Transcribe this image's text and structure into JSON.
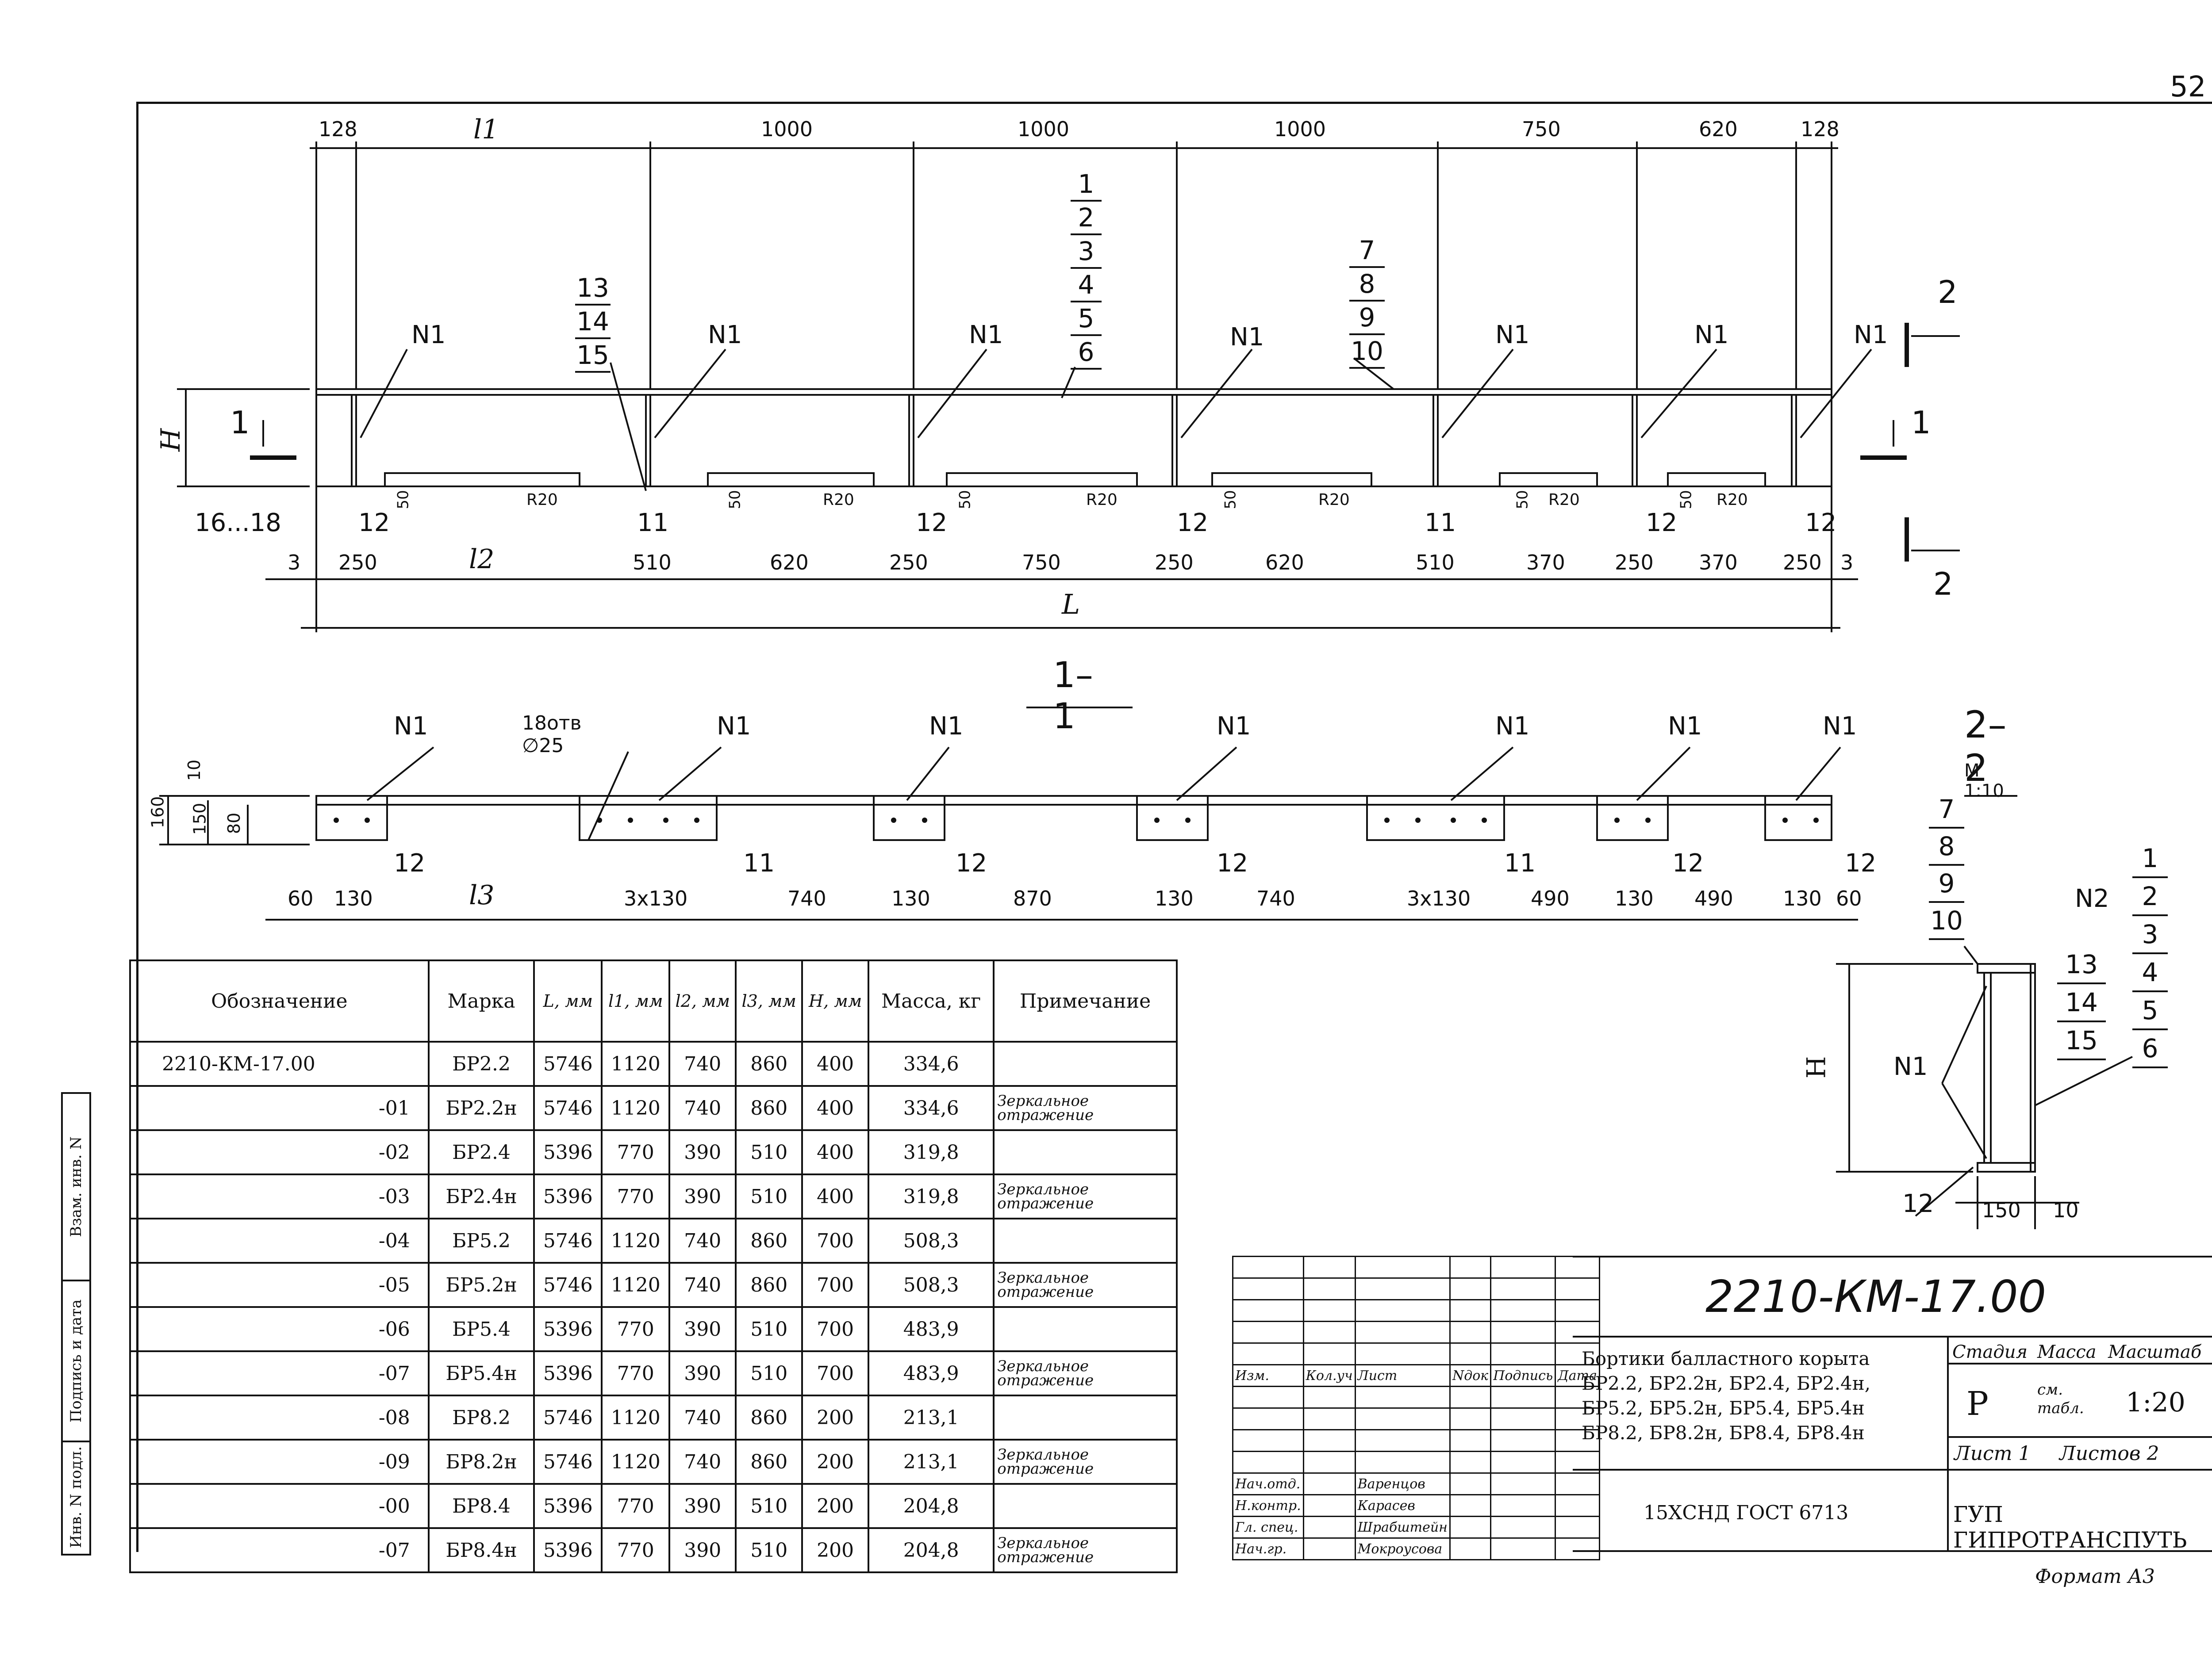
{
  "sheet_number": "52",
  "format": "Формат А3",
  "elevation": {
    "top_dims": [
      "128",
      "l1",
      "1000",
      "1000",
      "1000",
      "750",
      "620",
      "128"
    ],
    "bottom_dims": [
      "3",
      "250",
      "l2",
      "510",
      "620",
      "250",
      "750",
      "250",
      "620",
      "510",
      "370",
      "250",
      "370",
      "250",
      "3"
    ],
    "total": "L",
    "height": "H",
    "stack_a": [
      "1",
      "2",
      "3",
      "4",
      "5",
      "6"
    ],
    "stack_b": [
      "7",
      "8",
      "9",
      "10"
    ],
    "stack_c": [
      "13",
      "14",
      "15"
    ],
    "weld": "N1",
    "radius": "R20",
    "notch": "50",
    "label_16_18": "16...18",
    "label_11": "11",
    "label_12": "12",
    "cut_1": "1",
    "cut_2": "2"
  },
  "section_1_1": {
    "title": "1–1",
    "holes": "18отв ∅25",
    "dims_left": [
      "160",
      "150",
      "80",
      "10"
    ],
    "bottom_dims": [
      "60",
      "130",
      "l3",
      "3x130",
      "740",
      "130",
      "870",
      "130",
      "740",
      "3x130",
      "490",
      "130",
      "490",
      "130",
      "60"
    ]
  },
  "section_2_2": {
    "title": "2–2",
    "scale": "М 1:10",
    "stack_left": [
      "7",
      "8",
      "9",
      "10"
    ],
    "stack_right": [
      "1",
      "2",
      "3",
      "4",
      "5",
      "6"
    ],
    "stack_mid": [
      "13",
      "14",
      "15"
    ],
    "n2": "N2",
    "n1": "N1",
    "h": "H",
    "w150": "150",
    "w10": "10",
    "p12": "12"
  },
  "spec_table": {
    "headers": [
      "Обозначение",
      "Марка",
      "L, мм",
      "l1, мм",
      "l2, мм",
      "l3, мм",
      "H, мм",
      "Масса, кг",
      "Примечание"
    ],
    "rows": [
      [
        "2210-КМ-17.00",
        "БР2.2",
        "5746",
        "1120",
        "740",
        "860",
        "400",
        "334,6",
        ""
      ],
      [
        "-01",
        "БР2.2н",
        "5746",
        "1120",
        "740",
        "860",
        "400",
        "334,6",
        "Зеркальное отражение"
      ],
      [
        "-02",
        "БР2.4",
        "5396",
        "770",
        "390",
        "510",
        "400",
        "319,8",
        ""
      ],
      [
        "-03",
        "БР2.4н",
        "5396",
        "770",
        "390",
        "510",
        "400",
        "319,8",
        "Зеркальное отражение"
      ],
      [
        "-04",
        "БР5.2",
        "5746",
        "1120",
        "740",
        "860",
        "700",
        "508,3",
        ""
      ],
      [
        "-05",
        "БР5.2н",
        "5746",
        "1120",
        "740",
        "860",
        "700",
        "508,3",
        "Зеркальное отражение"
      ],
      [
        "-06",
        "БР5.4",
        "5396",
        "770",
        "390",
        "510",
        "700",
        "483,9",
        ""
      ],
      [
        "-07",
        "БР5.4н",
        "5396",
        "770",
        "390",
        "510",
        "700",
        "483,9",
        "Зеркальное отражение"
      ],
      [
        "-08",
        "БР8.2",
        "5746",
        "1120",
        "740",
        "860",
        "200",
        "213,1",
        ""
      ],
      [
        "-09",
        "БР8.2н",
        "5746",
        "1120",
        "740",
        "860",
        "200",
        "213,1",
        "Зеркальное отражение"
      ],
      [
        "-00",
        "БР8.4",
        "5396",
        "770",
        "390",
        "510",
        "200",
        "204,8",
        ""
      ],
      [
        "-07",
        "БР8.4н",
        "5396",
        "770",
        "390",
        "510",
        "200",
        "204,8",
        "Зеркальное отражение"
      ]
    ]
  },
  "side_stamp": [
    "Инв. N подл.",
    "Подпись и дата",
    "Взам. инв. N"
  ],
  "title_block": {
    "code": "2210-КМ-17.00",
    "name_lines": [
      "Бортики балластного корыта",
      "БР2.2, БР2.2н, БР2.4, БР2.4н,",
      "БР5.2, БР5.2н, БР5.4, БР5.4н",
      "БР8.2, БР8.2н, БР8.4, БР8.4н"
    ],
    "material": "15ХСНД ГОСТ 6713",
    "stage_label": "Стадия",
    "mass_label": "Масса",
    "scale_label": "Масштаб",
    "stage": "Р",
    "mass": "см. табл.",
    "scale": "1:20",
    "sheet": "Лист 1",
    "sheets": "Листов 2",
    "org": "ГУП ГИПРОТРАНСПУТЬ",
    "col_headers": [
      "Изм.",
      "Кол.уч",
      "Лист",
      "Nдок",
      "Подпись",
      "Дата"
    ],
    "roles": [
      {
        "role": "Нач.отд.",
        "name": "Варенцов"
      },
      {
        "role": "Н.контр.",
        "name": "Карасев"
      },
      {
        "role": "Гл. спец.",
        "name": "Шрабштейн"
      },
      {
        "role": "Нач.гр.",
        "name": "Мокроусова"
      }
    ]
  }
}
